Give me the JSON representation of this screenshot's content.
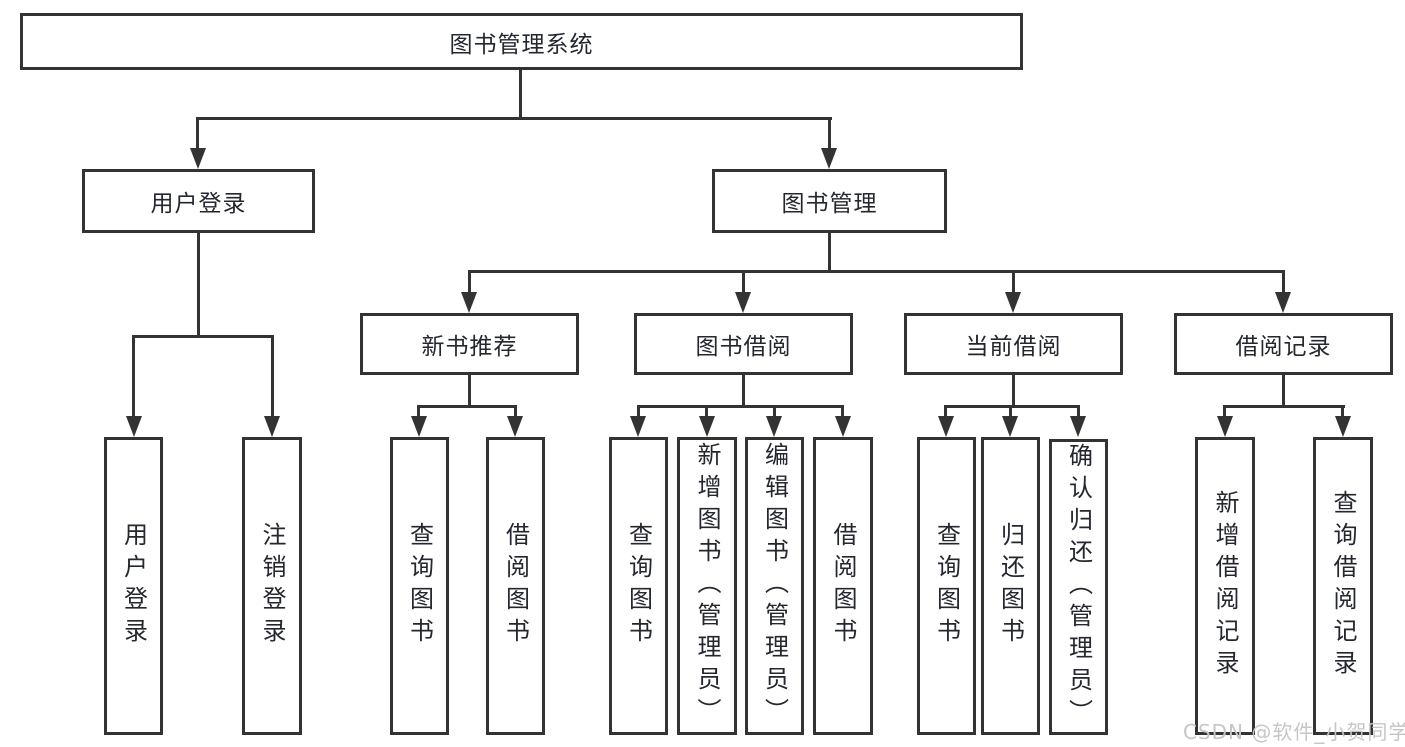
{
  "diagram": {
    "type": "hierarchy-tree",
    "colors": {
      "line": "#333333",
      "text": "#24272e",
      "background": "#ffffff",
      "watermark": "#c6c6c6"
    },
    "root": {
      "label": "图书管理系统"
    },
    "level2": [
      {
        "label": "用户登录",
        "parent": "图书管理系统"
      },
      {
        "label": "图书管理",
        "parent": "图书管理系统"
      }
    ],
    "level3": [
      {
        "label": "新书推荐",
        "parent": "图书管理"
      },
      {
        "label": "图书借阅",
        "parent": "图书管理"
      },
      {
        "label": "当前借阅",
        "parent": "图书管理"
      },
      {
        "label": "借阅记录",
        "parent": "图书管理"
      }
    ],
    "leaves": [
      {
        "label": "用户登录",
        "parent": "用户登录"
      },
      {
        "label": "注销登录",
        "parent": "用户登录"
      },
      {
        "label": "查询图书",
        "parent": "新书推荐"
      },
      {
        "label": "借阅图书",
        "parent": "新书推荐"
      },
      {
        "label": "查询图书",
        "parent": "图书借阅"
      },
      {
        "label": "新增图书（管理员）",
        "parent": "图书借阅"
      },
      {
        "label": "编辑图书（管理员）",
        "parent": "图书借阅"
      },
      {
        "label": "借阅图书",
        "parent": "图书借阅"
      },
      {
        "label": "查询图书",
        "parent": "当前借阅"
      },
      {
        "label": "归还图书",
        "parent": "当前借阅"
      },
      {
        "label": "确认归还（管理员）",
        "parent": "当前借阅"
      },
      {
        "label": "新增借阅记录",
        "parent": "借阅记录"
      },
      {
        "label": "查询借阅记录",
        "parent": "借阅记录"
      }
    ],
    "watermark": "CSDN @软件_小贺同学"
  }
}
